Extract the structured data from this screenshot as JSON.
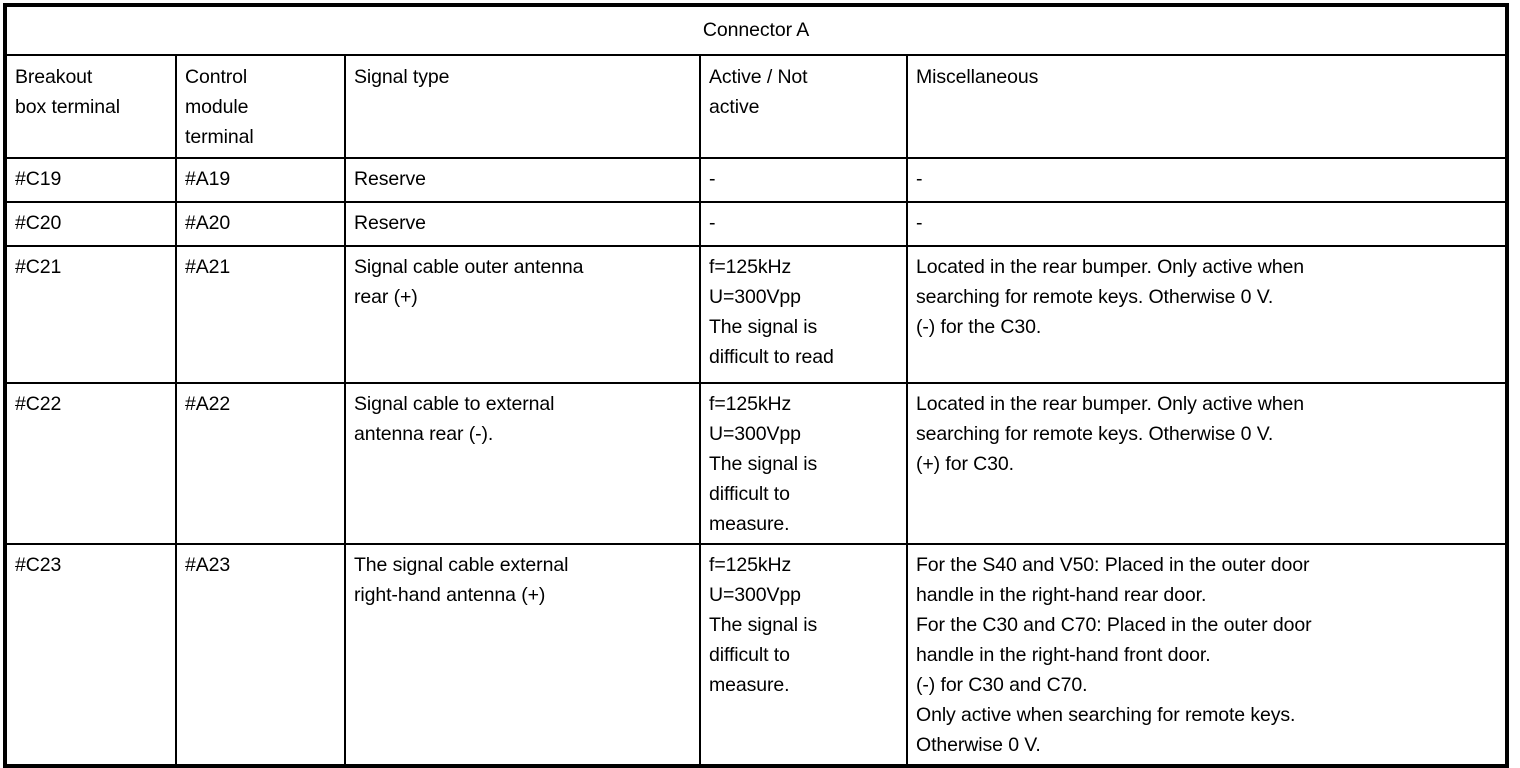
{
  "table": {
    "title": "Connector A",
    "columns": [
      {
        "key": "breakout",
        "label": "Breakout\nbox terminal"
      },
      {
        "key": "module",
        "label": "Control\nmodule\nterminal"
      },
      {
        "key": "signal",
        "label": "Signal type"
      },
      {
        "key": "active",
        "label": "Active / Not\nactive"
      },
      {
        "key": "misc",
        "label": "Miscellaneous"
      }
    ],
    "rows": [
      {
        "breakout": "#C19",
        "module": "#A19",
        "signal": "Reserve",
        "active": "-",
        "misc": "-"
      },
      {
        "breakout": "#C20",
        "module": "#A20",
        "signal": "Reserve",
        "active": "-",
        "misc": "-"
      },
      {
        "breakout": "#C21",
        "module": "#A21",
        "signal": "Signal cable outer antenna\nrear (+)",
        "active": "f=125kHz\nU=300Vpp\nThe signal is\ndifficult to read",
        "misc": "Located in the rear bumper. Only active when\nsearching for remote keys. Otherwise 0 V.\n(-) for the C30."
      },
      {
        "breakout": "#C22",
        "module": "#A22",
        "signal": "Signal cable to external\nantenna rear (-).",
        "active": "f=125kHz\nU=300Vpp\nThe signal is\ndifficult to\nmeasure.",
        "misc": "Located in the rear bumper. Only active when\nsearching for remote keys. Otherwise 0 V.\n(+) for C30."
      },
      {
        "breakout": "#C23",
        "module": "#A23",
        "signal": "The signal cable external\nright-hand antenna (+)",
        "active": "f=125kHz\nU=300Vpp\nThe signal is\ndifficult to\nmeasure.",
        "misc": "For the S40 and V50: Placed in the outer door\nhandle in the right-hand rear door.\nFor the C30 and C70: Placed in the outer door\nhandle in the right-hand front door.\n(-) for C30 and C70.\nOnly active when searching for remote keys.\nOtherwise 0 V."
      }
    ]
  },
  "colors": {
    "border": "#000000",
    "text": "#000000",
    "background": "#ffffff"
  }
}
